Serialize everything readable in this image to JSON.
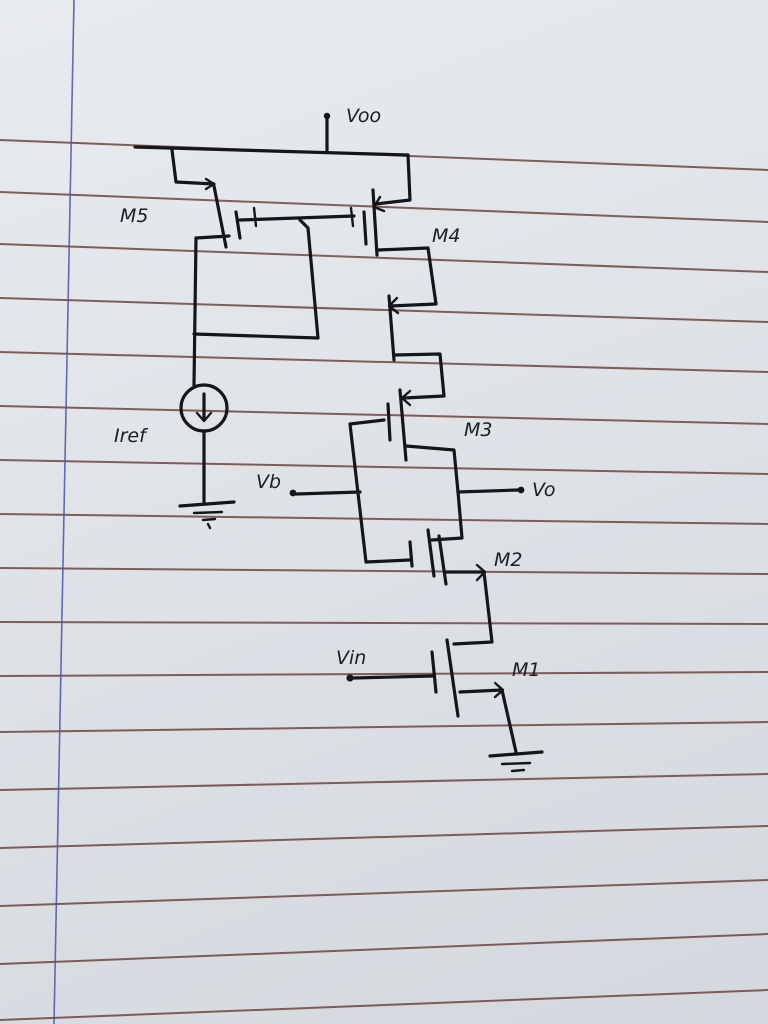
{
  "labels": {
    "vdd": "Voo",
    "m5": "M5",
    "m4": "M4",
    "m3": "M3",
    "m2": "M2",
    "m1": "M1",
    "iref": "Iref",
    "vb": "Vb",
    "vo": "Vo",
    "vin": "Vin"
  },
  "colors": {
    "ink": "#15151c",
    "paper": "#e2e5e9",
    "rule_line": "#6b3a34",
    "margin_line": "#4a55a8"
  }
}
